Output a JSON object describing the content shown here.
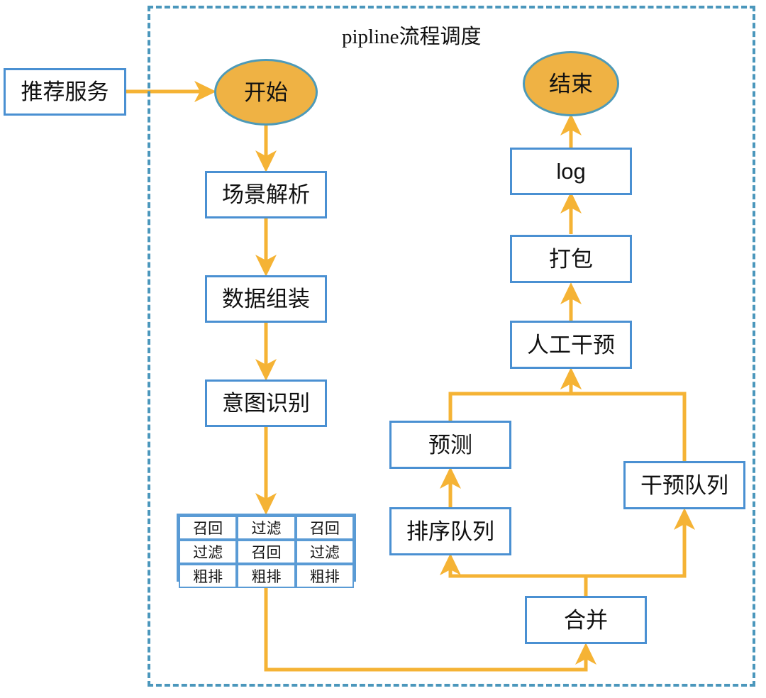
{
  "diagram": {
    "title": "pipline流程调度",
    "colors": {
      "node_border": "#4A90D2",
      "terminator_fill": "#EFB244",
      "terminator_border": "#4D9AB8",
      "edge": "#F5B335",
      "container_border": "#4B97BC"
    },
    "external_nodes": [
      {
        "id": "svc",
        "label": "推荐服务"
      }
    ],
    "terminators": [
      {
        "id": "start",
        "label": "开始"
      },
      {
        "id": "end",
        "label": "结束"
      }
    ],
    "process_nodes": [
      {
        "id": "scene",
        "label": "场景解析"
      },
      {
        "id": "assemble",
        "label": "数据组装"
      },
      {
        "id": "intent",
        "label": "意图识别"
      },
      {
        "id": "merge",
        "label": "合并"
      },
      {
        "id": "sortqueue",
        "label": "排序队列"
      },
      {
        "id": "predict",
        "label": "预测"
      },
      {
        "id": "intervenequeue",
        "label": "干预队列"
      },
      {
        "id": "manual",
        "label": "人工干预"
      },
      {
        "id": "package",
        "label": "打包"
      },
      {
        "id": "log",
        "label": "log"
      }
    ],
    "grid": {
      "id": "recall-grid",
      "rows": [
        [
          "召回",
          "过滤",
          "召回"
        ],
        [
          "过滤",
          "召回",
          "过滤"
        ],
        [
          "粗排",
          "粗排",
          "粗排"
        ]
      ]
    },
    "edges": [
      {
        "from": "svc",
        "to": "start"
      },
      {
        "from": "start",
        "to": "scene"
      },
      {
        "from": "scene",
        "to": "assemble"
      },
      {
        "from": "assemble",
        "to": "intent"
      },
      {
        "from": "intent",
        "to": "recall-grid"
      },
      {
        "from": "recall-grid",
        "to": "merge"
      },
      {
        "from": "merge",
        "to": "sortqueue"
      },
      {
        "from": "merge",
        "to": "intervenequeue"
      },
      {
        "from": "sortqueue",
        "to": "predict"
      },
      {
        "from": "predict",
        "to": "manual"
      },
      {
        "from": "intervenequeue",
        "to": "manual"
      },
      {
        "from": "manual",
        "to": "package"
      },
      {
        "from": "package",
        "to": "log"
      },
      {
        "from": "log",
        "to": "end"
      }
    ]
  }
}
